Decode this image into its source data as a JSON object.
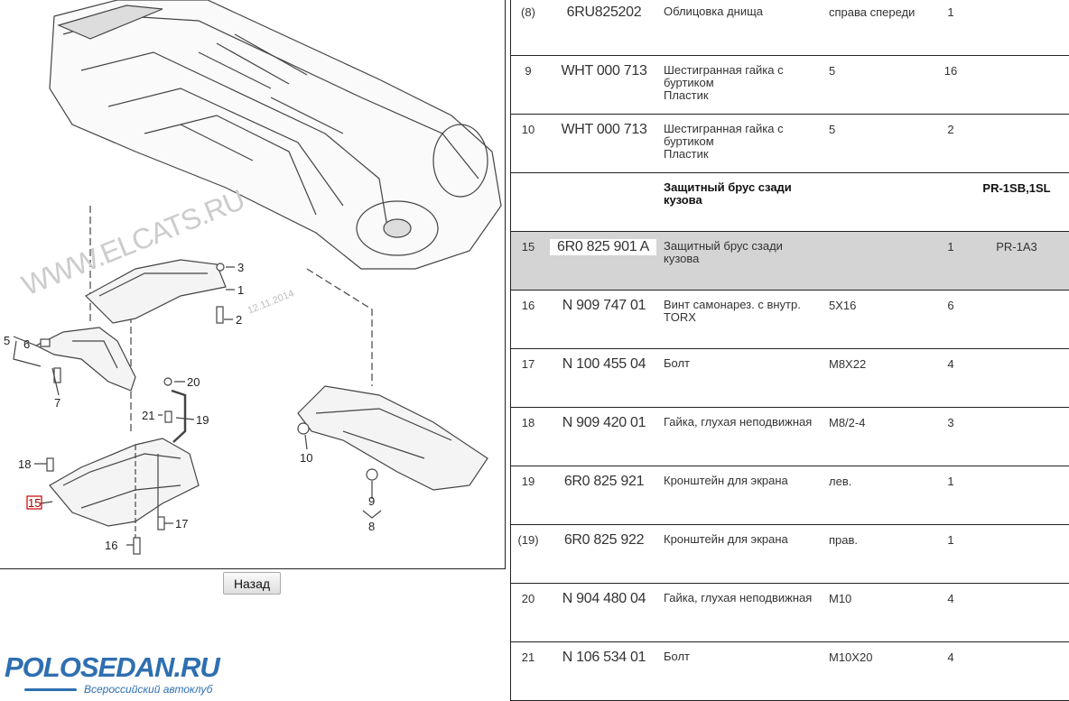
{
  "diagram": {
    "watermark": "WWW.ELCATS.RU",
    "date": "12.11.2014",
    "callouts": [
      "1",
      "2",
      "3",
      "5",
      "6",
      "7",
      "8",
      "9",
      "10",
      "15",
      "16",
      "17",
      "18",
      "19",
      "20",
      "21"
    ]
  },
  "back_label": "Назад",
  "logo": {
    "main": "POLOSEDAN.RU",
    "sub": "Всероссийский автоклуб"
  },
  "rows": [
    {
      "num": "(8)",
      "part": "6RU825202",
      "desc": [
        "Облицовка днища"
      ],
      "spec": "справа спереди",
      "qty": "1",
      "remark": ""
    },
    {
      "num": "9",
      "part": "WHT 000 713",
      "desc": [
        "Шестигранная гайка с",
        "буртиком",
        "Пластик"
      ],
      "spec": "5",
      "qty": "16",
      "remark": ""
    },
    {
      "num": "10",
      "part": "WHT 000 713",
      "desc": [
        "Шестигранная гайка с",
        "буртиком",
        "Пластик"
      ],
      "spec": "5",
      "qty": "2",
      "remark": ""
    },
    {
      "num": "",
      "part": "",
      "desc": [
        "Защитный брус сзади",
        "кузова"
      ],
      "spec": "",
      "qty": "",
      "remark": "PR-1SB,1SL"
    },
    {
      "num": "15",
      "part": "6R0 825 901 A",
      "desc": [
        "Защитный брус сзади",
        "кузова"
      ],
      "spec": "",
      "qty": "1",
      "remark": "PR-1A3"
    },
    {
      "num": "16",
      "part": "N 909 747 01",
      "desc": [
        "Винт самонарез. с внутр.",
        "TORX"
      ],
      "spec": "5X16",
      "qty": "6",
      "remark": ""
    },
    {
      "num": "17",
      "part": "N 100 455 04",
      "desc": [
        "Болт"
      ],
      "spec": "M8X22",
      "qty": "4",
      "remark": ""
    },
    {
      "num": "18",
      "part": "N 909 420 01",
      "desc": [
        "Гайка, глухая неподвижная"
      ],
      "spec": "M8/2-4",
      "qty": "3",
      "remark": ""
    },
    {
      "num": "19",
      "part": "6R0 825 921",
      "desc": [
        "Кронштейн для экрана"
      ],
      "spec": "лев.",
      "qty": "1",
      "remark": ""
    },
    {
      "num": "(19)",
      "part": "6R0 825 922",
      "desc": [
        "Кронштейн для экрана"
      ],
      "spec": "прав.",
      "qty": "1",
      "remark": ""
    },
    {
      "num": "20",
      "part": "N 904 480 04",
      "desc": [
        "Гайка, глухая неподвижная"
      ],
      "spec": "M10",
      "qty": "4",
      "remark": ""
    },
    {
      "num": "21",
      "part": "N 106 534 01",
      "desc": [
        "Болт"
      ],
      "spec": "M10X20",
      "qty": "4",
      "remark": ""
    }
  ]
}
